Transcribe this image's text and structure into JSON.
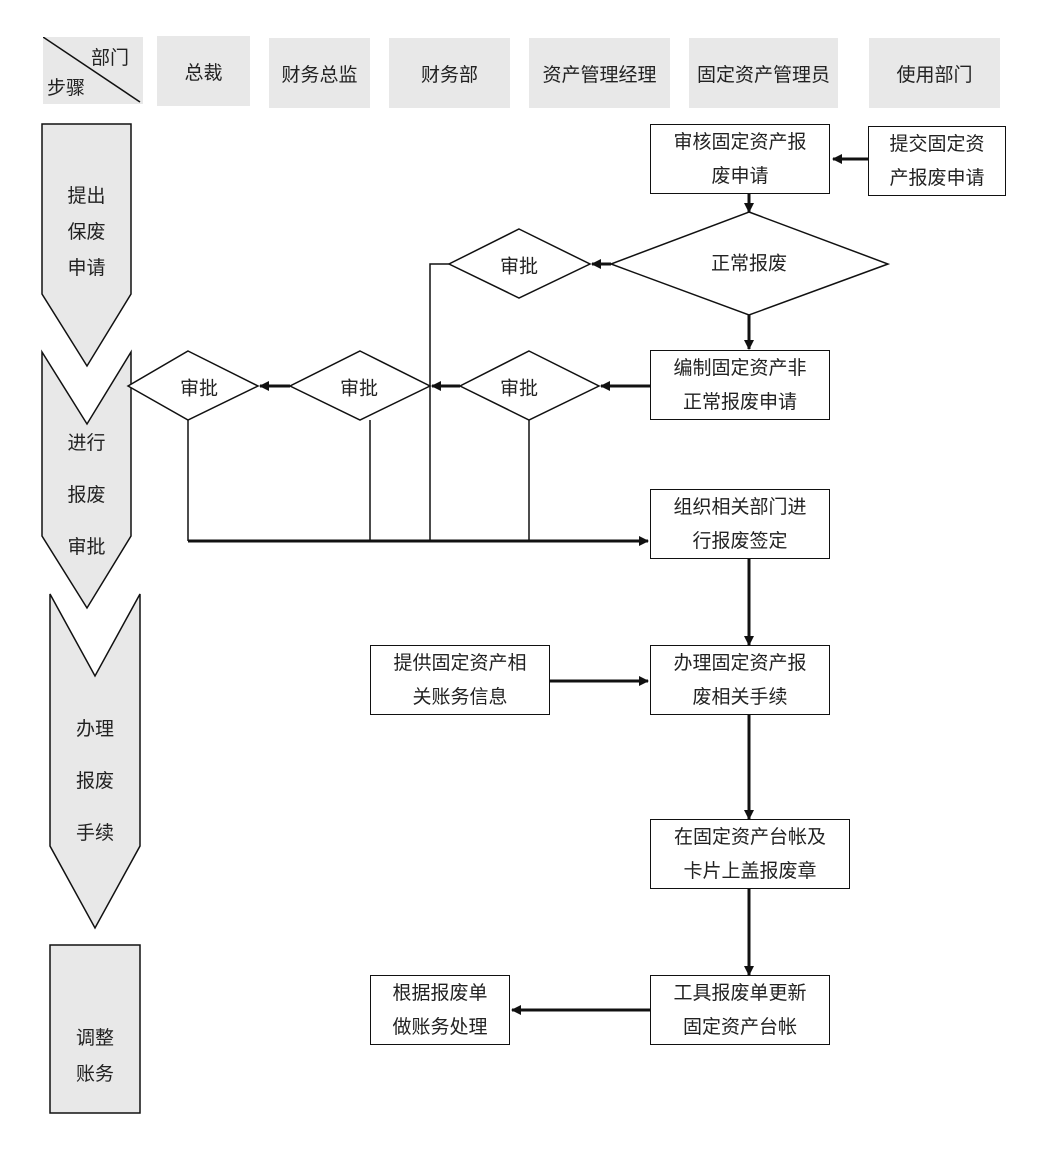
{
  "header": {
    "corner": {
      "department_label": "部门",
      "step_label": "步骤"
    },
    "columns": [
      "总裁",
      "财务总监",
      "财务部",
      "资产管理经理",
      "固定资产管理员",
      "使用部门"
    ]
  },
  "steps": [
    {
      "label_lines": [
        "提出",
        "保废",
        "申请"
      ]
    },
    {
      "label_lines": [
        "进行",
        "报废",
        "审批"
      ]
    },
    {
      "label_lines": [
        "办理",
        "报废",
        "手续"
      ]
    },
    {
      "label_lines": [
        "调整",
        "账务"
      ]
    }
  ],
  "nodes": {
    "submit_request": {
      "lines": [
        "提交固定资",
        "产报废申请"
      ]
    },
    "review_request": {
      "lines": [
        "审核固定资产报",
        "废申请"
      ]
    },
    "normal_scrap_decision": {
      "text": "正常报废"
    },
    "approve_asset_manager_normal": {
      "text": "审批"
    },
    "compile_abnormal_request": {
      "lines": [
        "编制固定资产非",
        "正常报废申请"
      ]
    },
    "approve_asset_manager": {
      "text": "审批"
    },
    "approve_finance_director": {
      "text": "审批"
    },
    "approve_president": {
      "text": "审批"
    },
    "organize_appraisal": {
      "lines": [
        "组织相关部门进",
        "行报废签定"
      ]
    },
    "provide_financial_info": {
      "lines": [
        "提供固定资产相",
        "关账务信息"
      ]
    },
    "handle_procedures": {
      "lines": [
        "办理固定资产报",
        "废相关手续"
      ]
    },
    "stamp_ledger": {
      "lines": [
        "在固定资产台帐及",
        "卡片上盖报废章"
      ]
    },
    "update_ledger": {
      "lines": [
        "工具报废单更新",
        "固定资产台帐"
      ]
    },
    "accounting": {
      "lines": [
        "根据报废单",
        "做账务处理"
      ]
    }
  },
  "colors": {
    "header_fill": "#e8e8e8",
    "line": "#111111",
    "box_fill": "#ffffff"
  }
}
